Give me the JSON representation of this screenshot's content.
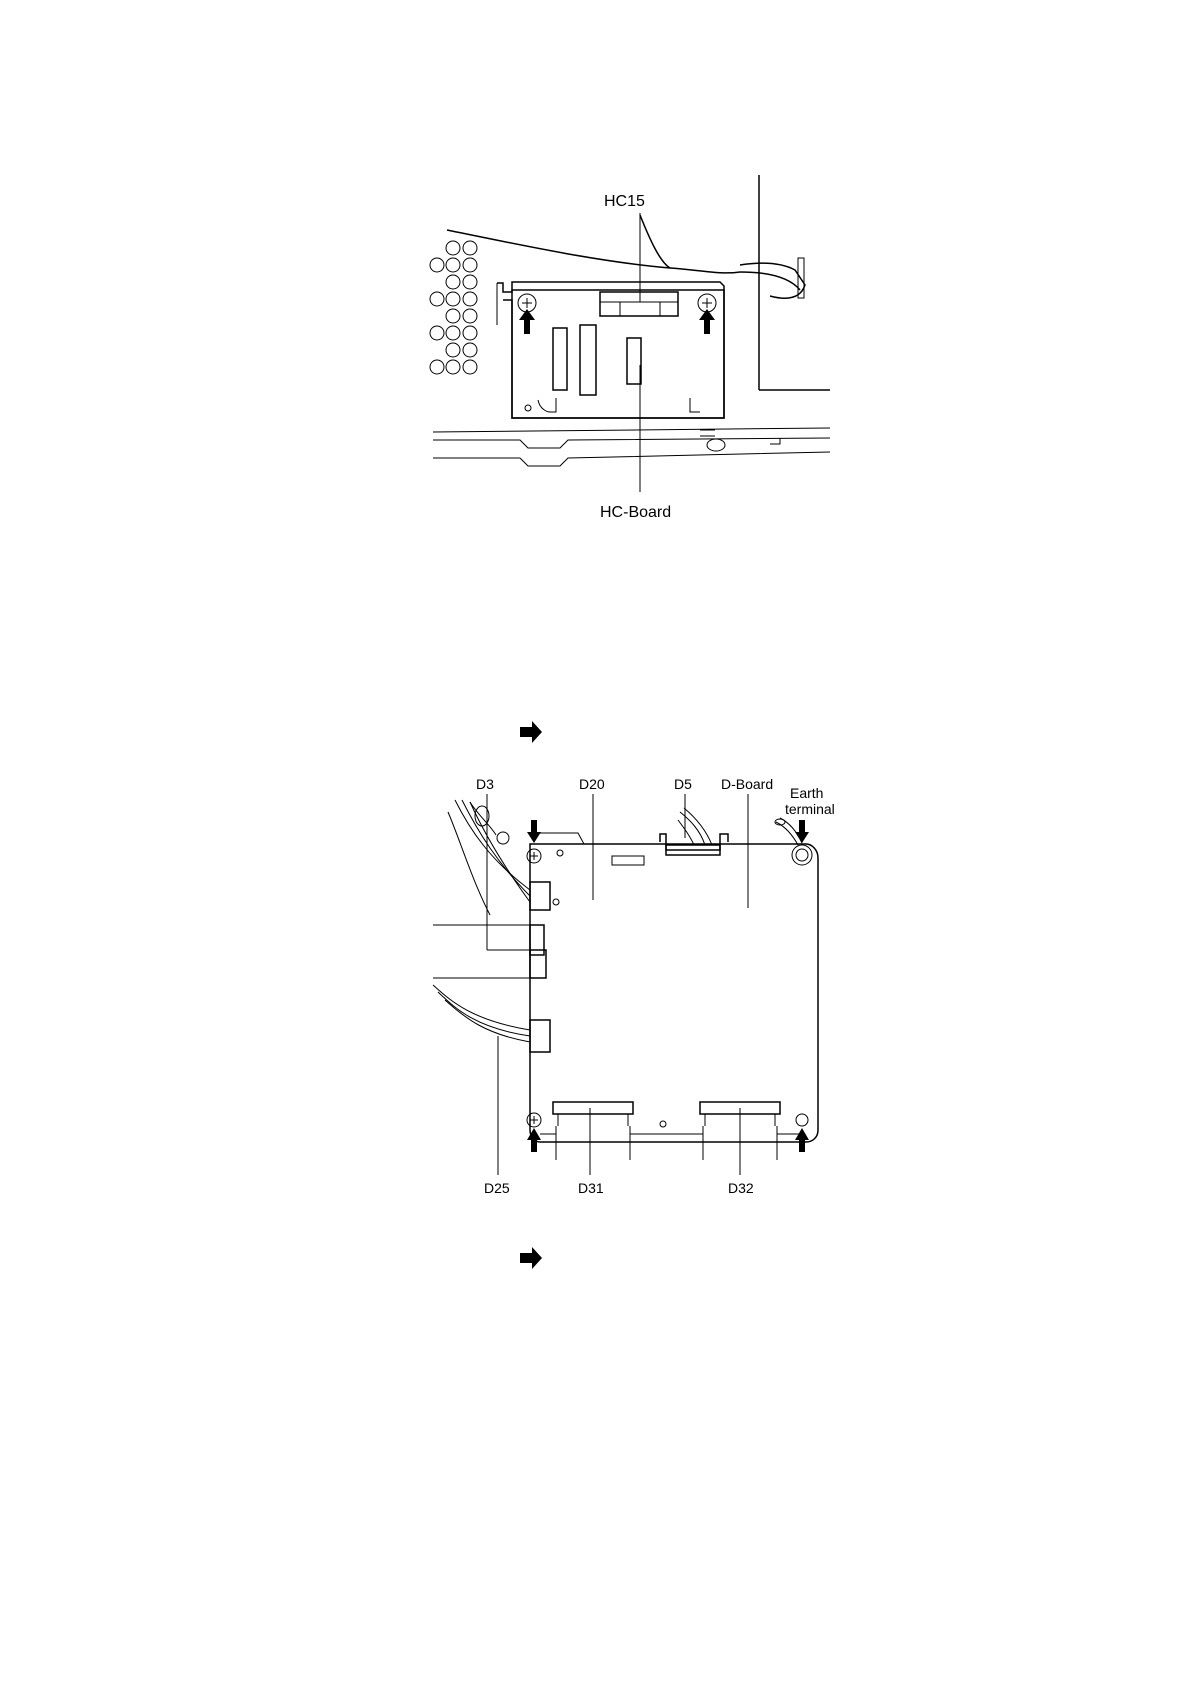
{
  "figure1": {
    "labels": {
      "connector": "HC15",
      "board": "HC-Board"
    }
  },
  "figure2": {
    "labels": {
      "d3": "D3",
      "d20": "D20",
      "d5": "D5",
      "board": "D-Board",
      "earth_line1": "Earth",
      "earth_line2": "terminal",
      "d25": "D25",
      "d31": "D31",
      "d32": "D32"
    }
  },
  "icons": [
    "arrow-right-icon",
    "screw-arrow-icon"
  ]
}
